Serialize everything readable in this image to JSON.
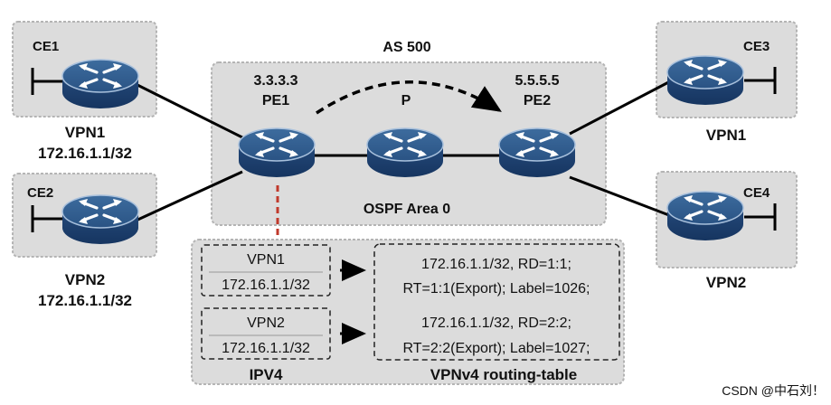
{
  "as_label": "AS 500",
  "ospf_label": "OSPF Area 0",
  "devices": {
    "ce1": {
      "name": "CE1"
    },
    "ce2": {
      "name": "CE2"
    },
    "ce3": {
      "name": "CE3"
    },
    "ce4": {
      "name": "CE4"
    },
    "pe1": {
      "name": "PE1",
      "ip": "3.3.3.3"
    },
    "p": {
      "name": "P"
    },
    "pe2": {
      "name": "PE2",
      "ip": "5.5.5.5"
    }
  },
  "sites": {
    "left_top": {
      "vpn": "VPN1",
      "prefix": "172.16.1.1/32"
    },
    "left_bottom": {
      "vpn": "VPN2",
      "prefix": "172.16.1.1/32"
    },
    "right_top": {
      "vpn": "VPN1"
    },
    "right_bottom": {
      "vpn": "VPN2"
    }
  },
  "ipv4_table": {
    "label": "IPV4",
    "entries": [
      {
        "vpn": "VPN1",
        "prefix": "172.16.1.1/32"
      },
      {
        "vpn": "VPN2",
        "prefix": "172.16.1.1/32"
      }
    ]
  },
  "vpnv4_table": {
    "label": "VPNv4 routing-table",
    "entries": [
      {
        "line1": "172.16.1.1/32, RD=1:1;",
        "line2": "RT=1:1(Export); Label=1026;"
      },
      {
        "line1": "172.16.1.1/32, RD=2:2;",
        "line2": "RT=2:2(Export); Label=1027;"
      }
    ]
  },
  "watermark": "CSDN @中石刘！",
  "colors": {
    "router_top": "#2f5b8a",
    "router_body": "#1f4472",
    "region_fill": "#dcdcdc",
    "region_border": "#b4b4b4",
    "link": "#000000",
    "dashed_link": "#c0392b"
  }
}
